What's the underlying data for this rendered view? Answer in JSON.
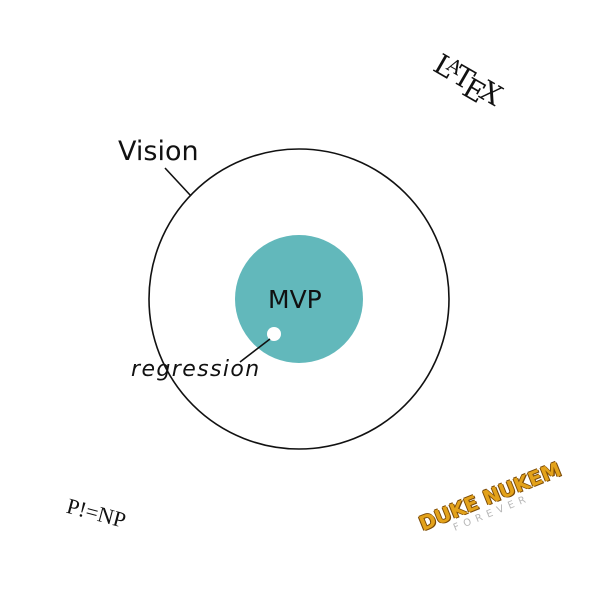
{
  "labels": {
    "vision": "Vision",
    "mvp": "MVP",
    "regression": "regression",
    "pnp": "P!=NP"
  },
  "logos": {
    "latex": {
      "part_l": "L",
      "part_a": "A",
      "part_t": "T",
      "part_e": "E",
      "part_x": "X"
    },
    "duke_nukem": {
      "main": "DUKE NUKEM",
      "sub": "FOREVER"
    }
  },
  "colors": {
    "mvp_fill": "#62b8bb",
    "outline": "#111111",
    "background": "#ffffff",
    "duke_gold": "#e3a21a"
  }
}
